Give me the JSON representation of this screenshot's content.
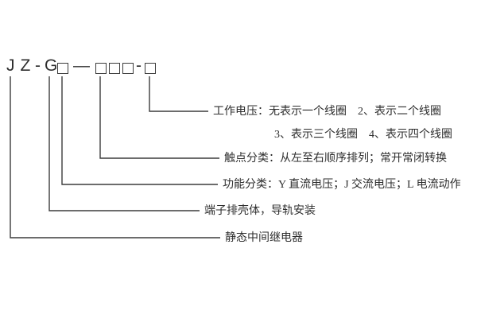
{
  "diagram": {
    "code": {
      "jz": "JZ",
      "dash1": "-",
      "g": "G",
      "dash2": "—",
      "dash3": "-"
    },
    "labels": {
      "working_voltage_line1": "工作电压：无表示一个线圈　2、表示二个线圈",
      "working_voltage_line2": "3、表示三个线圈　4、表示四个线圈",
      "contact_class": "触点分类：从左至右顺序排列；常开常闭转换",
      "function_class": "功能分类：Y 直流电压；J 交流电压；L 电流动作",
      "housing": "端子排壳体，导轨安装",
      "relay_type": "静态中间继电器"
    }
  }
}
